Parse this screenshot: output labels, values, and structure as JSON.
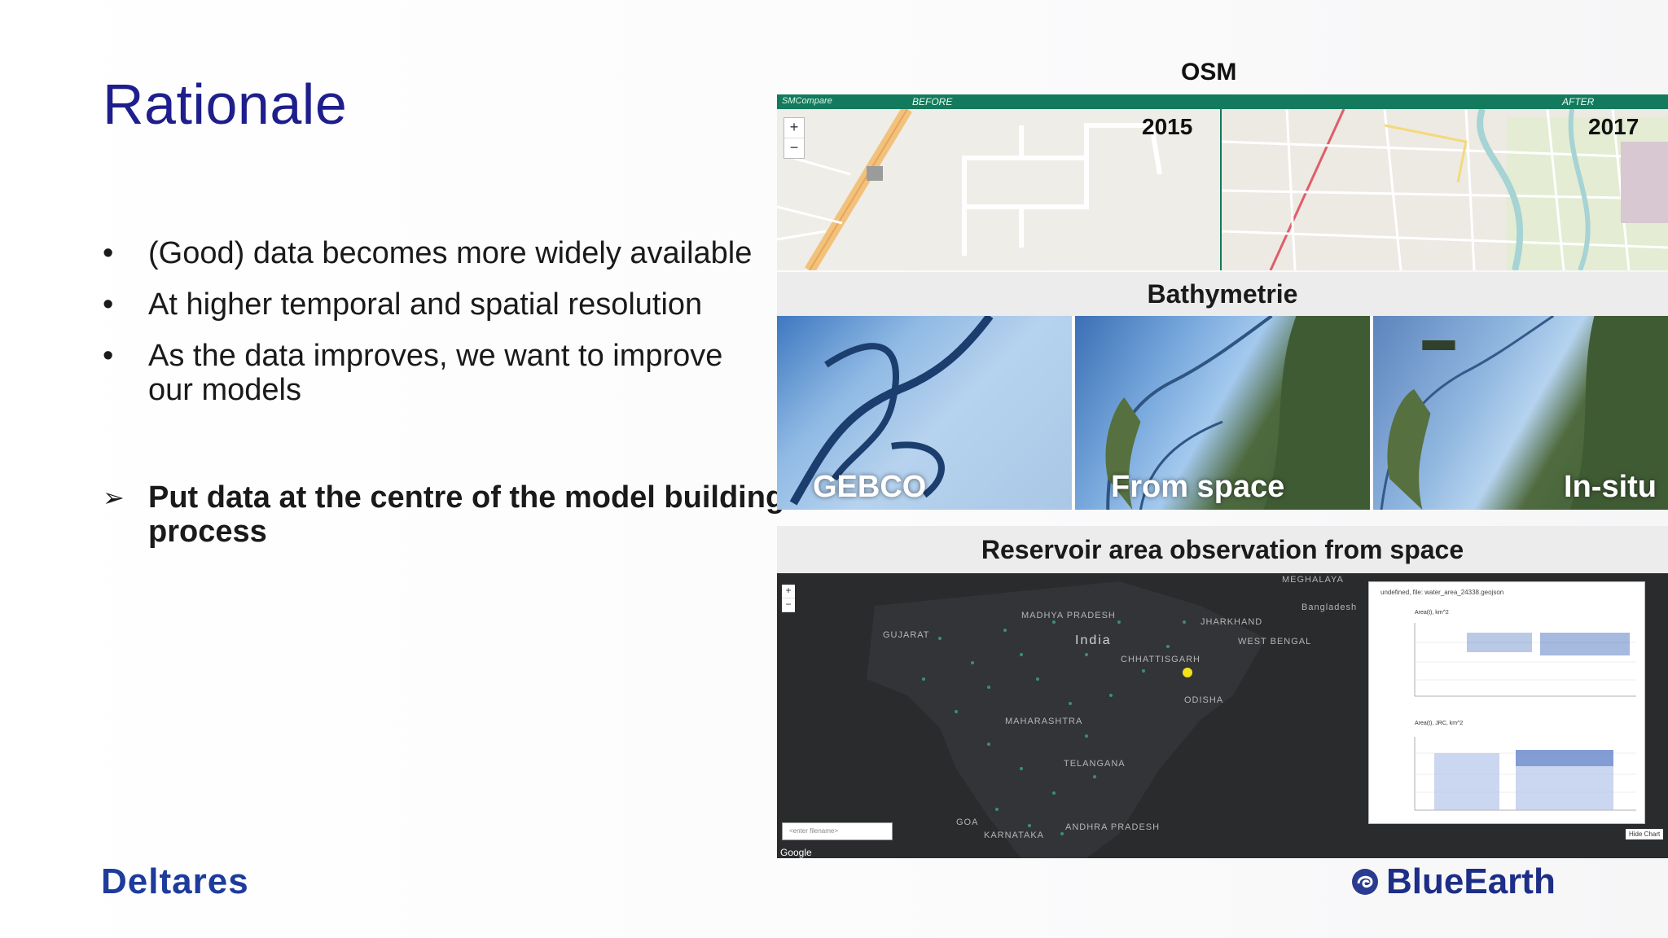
{
  "slide": {
    "title": "Rationale",
    "bullets": [
      "(Good) data becomes more widely available",
      "At higher temporal and spatial resolution",
      "As the data improves, we want to improve our models"
    ],
    "key_point": "Put data at the centre of the model building process",
    "bullet_glyph": "•",
    "arrow_glyph": "➢"
  },
  "logos": {
    "left": "Deltares",
    "right": "BlueEarth"
  },
  "osm": {
    "label": "OSM",
    "brand": "SMCompare",
    "before": "BEFORE",
    "after": "AFTER",
    "year_left": "2015",
    "year_right": "2017",
    "zoom_in": "+",
    "zoom_out": "−"
  },
  "bathymetry": {
    "title": "Bathymetrie",
    "panels": [
      "GEBCO",
      "From space",
      "In-situ"
    ]
  },
  "reservoir": {
    "title": "Reservoir area observation from space",
    "map_labels": {
      "india": "India",
      "bangladesh": "Bangladesh",
      "gujarat": "GUJARAT",
      "madhya_pradesh": "MADHYA PRADESH",
      "jharkhand": "JHARKHAND",
      "west_bengal": "WEST BENGAL",
      "chhattisgarh": "CHHATTISGARH",
      "odisha": "ODISHA",
      "maharashtra": "MAHARASHTRA",
      "telangana": "TELANGANA",
      "andhra_pradesh": "ANDHRA PRADESH",
      "karnataka": "KARNATAKA",
      "meghalaya": "MEGHALAYA",
      "goa": "GOA"
    },
    "input_placeholder": "<enter filename>",
    "google": "Google",
    "popup_title": "undefined, file: water_area_24338.geojson",
    "chart1_title": "Area(t), km^2",
    "chart2_title": "Area(t), JRC, km^2",
    "hide_chart": "Hide Chart",
    "zoom_in": "+",
    "zoom_out": "−"
  },
  "colors": {
    "title_blue": "#1e1e8c",
    "osm_green": "#137a5e",
    "reservoir_green": "#3fbf9f",
    "highlight_yellow": "#f4e21a",
    "logo_blue": "#1d3c9c"
  }
}
